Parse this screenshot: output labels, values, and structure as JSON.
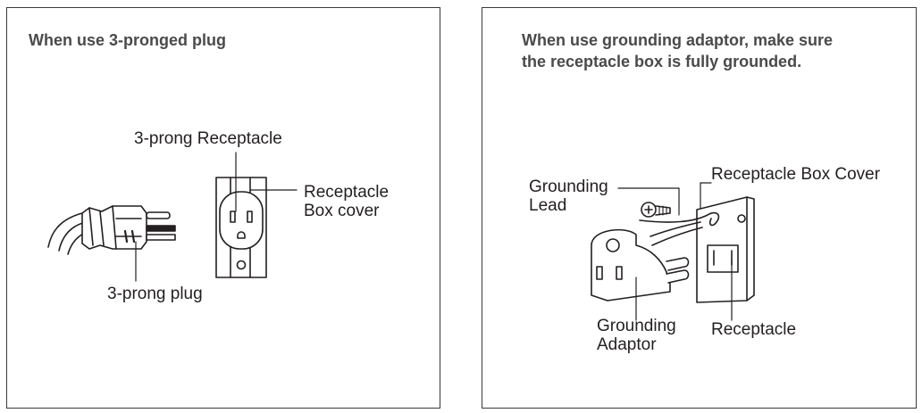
{
  "left_panel": {
    "heading": "When use 3-pronged plug",
    "labels": {
      "receptacle": "3-prong Receptacle",
      "box_cover_line1": "Receptacle",
      "box_cover_line2": "Box cover",
      "plug": "3-prong plug"
    }
  },
  "right_panel": {
    "heading_line1": "When use grounding adaptor, make sure",
    "heading_line2": "the receptacle box is fully grounded.",
    "labels": {
      "grounding_lead_line1": "Grounding",
      "grounding_lead_line2": "Lead",
      "box_cover": "Receptacle Box Cover",
      "adaptor_line1": "Grounding",
      "adaptor_line2": "Adaptor",
      "receptacle": "Receptacle"
    }
  }
}
